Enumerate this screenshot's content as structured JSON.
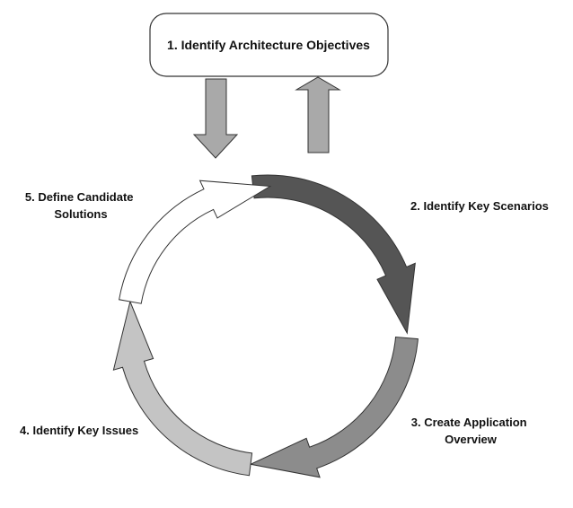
{
  "diagram": {
    "objective": {
      "label": "1. Identify Architecture Objectives"
    },
    "steps": [
      {
        "id": "key-scenarios",
        "lines": [
          "2. Identify Key Scenarios"
        ],
        "color": "#555555"
      },
      {
        "id": "application-overview",
        "lines": [
          "3. Create Application",
          "Overview"
        ],
        "color": "#8c8c8c"
      },
      {
        "id": "key-issues",
        "lines": [
          "4. Identify Key Issues"
        ],
        "color": "#c4c4c4"
      },
      {
        "id": "candidate-solutions",
        "lines": [
          "5. Define Candidate",
          "Solutions"
        ],
        "color": "#ffffff"
      }
    ],
    "connectors": {
      "down_arrow_color": "#a9a9a9",
      "up_arrow_color": "#a9a9a9",
      "stroke_color": "#333333"
    }
  }
}
